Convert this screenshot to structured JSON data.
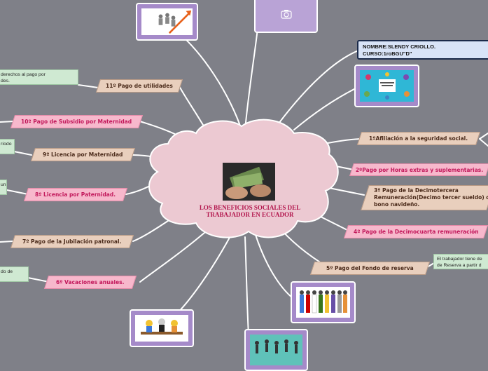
{
  "center": {
    "title_line1": "LOS BENEFICIOS SOCIALES DEL",
    "title_line2": "TRABAJADOR EN ECUADOR",
    "image_icon": "money-hands-icon"
  },
  "info_box": {
    "line1": "NOMBRE:SLENDY CRIOLLO.",
    "line2": "CURSO:1roBGU\"D\""
  },
  "topics": {
    "t1": "1ºAfiliación a la seguridad social.",
    "t2": "2ºPago por Horas extras y suplementarias.",
    "t3_line1": "3º Pago de la Decimotercera",
    "t3_line2": "Remuneración(Decimo tercer sueldo) o",
    "t3_line3": "bono navideño.",
    "t4": "4º Pago de la Decimocuarta remuneración",
    "t5": "5º Pago del Fondo de reserva",
    "t6": "6º Vacaciones anuales.",
    "t7": "7º Pago de la Jubilación patronal.",
    "t8": "8º Licencia por Paternidad.",
    "t9": "9º Licencia por Maternidad",
    "t10": "10º Pago de Subsidio por Maternidad",
    "t11": "11º Pago de utilidades"
  },
  "notes": {
    "n11_line1": "derechos al pago por",
    "n11_line2": "des.",
    "n9": "ríodo",
    "n8": "un",
    "n6": "do de",
    "n5_line1": "El trabajador tiene de",
    "n5_line2": "de Reserva a partir d"
  },
  "images": {
    "top_left": "success-stairs-icon",
    "top_center": "camera-icon",
    "right_1": "social-benefits-icon",
    "right_2": "workers-group-icon",
    "bottom_left": "meeting-workers-icon",
    "bottom_center": "celebrating-people-icon"
  },
  "colors": {
    "background": "#7f8088",
    "cloud": "#ecc9d2",
    "tan_node": "#e9cfbd",
    "pink_node": "#f7b8cc",
    "frame": "#a58ac9",
    "info_bg": "#d8e3f7"
  }
}
